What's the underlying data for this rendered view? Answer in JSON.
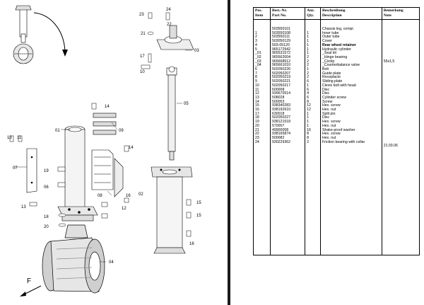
{
  "table": {
    "headers": {
      "pos": [
        "Pos.",
        "Item"
      ],
      "part": [
        "Best.-Nr.",
        "Part No."
      ],
      "qty": [
        "Anz.",
        "Qty."
      ],
      "desc": [
        "Beschreibung",
        "Description"
      ],
      "note": [
        "Bemerkung",
        "Note"
      ]
    },
    "rows": [
      {
        "pos": "",
        "part": "503550101",
        "qty": "",
        "desc": "Chassis leg, compl.",
        "note": ""
      },
      {
        "pos": "1",
        "part": "503550108",
        "qty": "1",
        "desc": "Inner tube",
        "note": ""
      },
      {
        "pos": "2",
        "part": "503550111",
        "qty": "1",
        "desc": "Outer tube",
        "note": ""
      },
      {
        "pos": "3",
        "part": "503050129",
        "qty": "1",
        "desc": "Cover",
        "note": ""
      },
      {
        "pos": "4",
        "part": "503-05120",
        "qty": "1",
        "desc": "Rear wheel retainer",
        "note": "",
        "bold": true
      },
      {
        "pos": "5",
        "part": "965172942",
        "qty": "1",
        "desc": "Hydraulic cylinder",
        "note": ""
      },
      {
        "pos": "_01",
        "part": "965531572",
        "qty": "1",
        "desc": "_Seal kit",
        "note": ""
      },
      {
        "pos": "_02",
        "part": "965562004",
        "qty": "2",
        "desc": "_Hinge bearing",
        "note": ""
      },
      {
        "pos": "_03",
        "part": "965668512",
        "qty": "2",
        "desc": "_Circlip",
        "note": "55x1,5"
      },
      {
        "pos": "_04",
        "part": "965661010",
        "qty": "2",
        "desc": "_Counterbalance valve",
        "note": ""
      },
      {
        "pos": "6",
        "part": "502050226",
        "qty": "1",
        "desc": "Bolt",
        "note": ""
      },
      {
        "pos": "7",
        "part": "502050207",
        "qty": "2",
        "desc": "Guide plate",
        "note": ""
      },
      {
        "pos": "8",
        "part": "502050219",
        "qty": "2",
        "desc": "Receptacle",
        "note": ""
      },
      {
        "pos": "9",
        "part": "502050221",
        "qty": "6",
        "desc": "Sliding plate",
        "note": ""
      },
      {
        "pos": "10",
        "part": "502050217",
        "qty": "1",
        "desc": "Clevis bolt with head",
        "note": ""
      },
      {
        "pos": "11",
        "part": "600008",
        "qty": "6",
        "desc": "Disc",
        "note": ""
      },
      {
        "pos": "12",
        "part": "939670514",
        "qty": "4",
        "desc": "Disc",
        "note": ""
      },
      {
        "pos": "13",
        "part": "508028",
        "qty": "6",
        "desc": "Cylinder screw",
        "note": ""
      },
      {
        "pos": "14",
        "part": "500053",
        "qty": "8",
        "desc": "Screw",
        "note": ""
      },
      {
        "pos": "15",
        "part": "938340283",
        "qty": "12",
        "desc": "Hex. screw",
        "note": ""
      },
      {
        "pos": "16",
        "part": "938192610",
        "qty": "12",
        "desc": "Hex. nut",
        "note": ""
      },
      {
        "pos": "17",
        "part": "630018",
        "qty": "1",
        "desc": "Split pin",
        "note": ""
      },
      {
        "pos": "18",
        "part": "502050227",
        "qty": "1",
        "desc": "Disc",
        "note": ""
      },
      {
        "pos": "19",
        "part": "938121518",
        "qty": "1",
        "desc": "Hex. screw",
        "note": ""
      },
      {
        "pos": "20",
        "part": "570007",
        "qty": "1",
        "desc": "Hex. nut",
        "note": ""
      },
      {
        "pos": "21",
        "part": "49900008",
        "qty": "16",
        "desc": "Shake-proof washer",
        "note": ""
      },
      {
        "pos": "22",
        "part": "938165874",
        "qty": "8",
        "desc": "Hex. screw",
        "note": ""
      },
      {
        "pos": "23",
        "part": "500082",
        "qty": "8",
        "desc": "Hex. nut",
        "note": ""
      },
      {
        "pos": "24",
        "part": "930229362",
        "qty": "2",
        "desc": "Friction bearing with collar",
        "note": ""
      },
      {
        "pos": "",
        "part": "",
        "qty": "",
        "desc": "",
        "note": "21.03.06"
      }
    ]
  },
  "diagram": {
    "callouts": {
      "c01": "01",
      "c02": "02",
      "c03": "03",
      "c04": "04",
      "c05": "05",
      "c06": "06",
      "c07": "07",
      "c08": "08",
      "c09": "09",
      "c10": "10",
      "c11": "11",
      "c12": "12",
      "c13": "13",
      "c14a": "14",
      "c14b": "14",
      "c15a": "15",
      "c15b": "15",
      "c16": "16",
      "c17": "17",
      "c18": "18",
      "c19": "19",
      "c20": "20",
      "c21": "21",
      "c22": "22",
      "c23": "23",
      "c24": "24"
    },
    "direction_label": "F"
  }
}
